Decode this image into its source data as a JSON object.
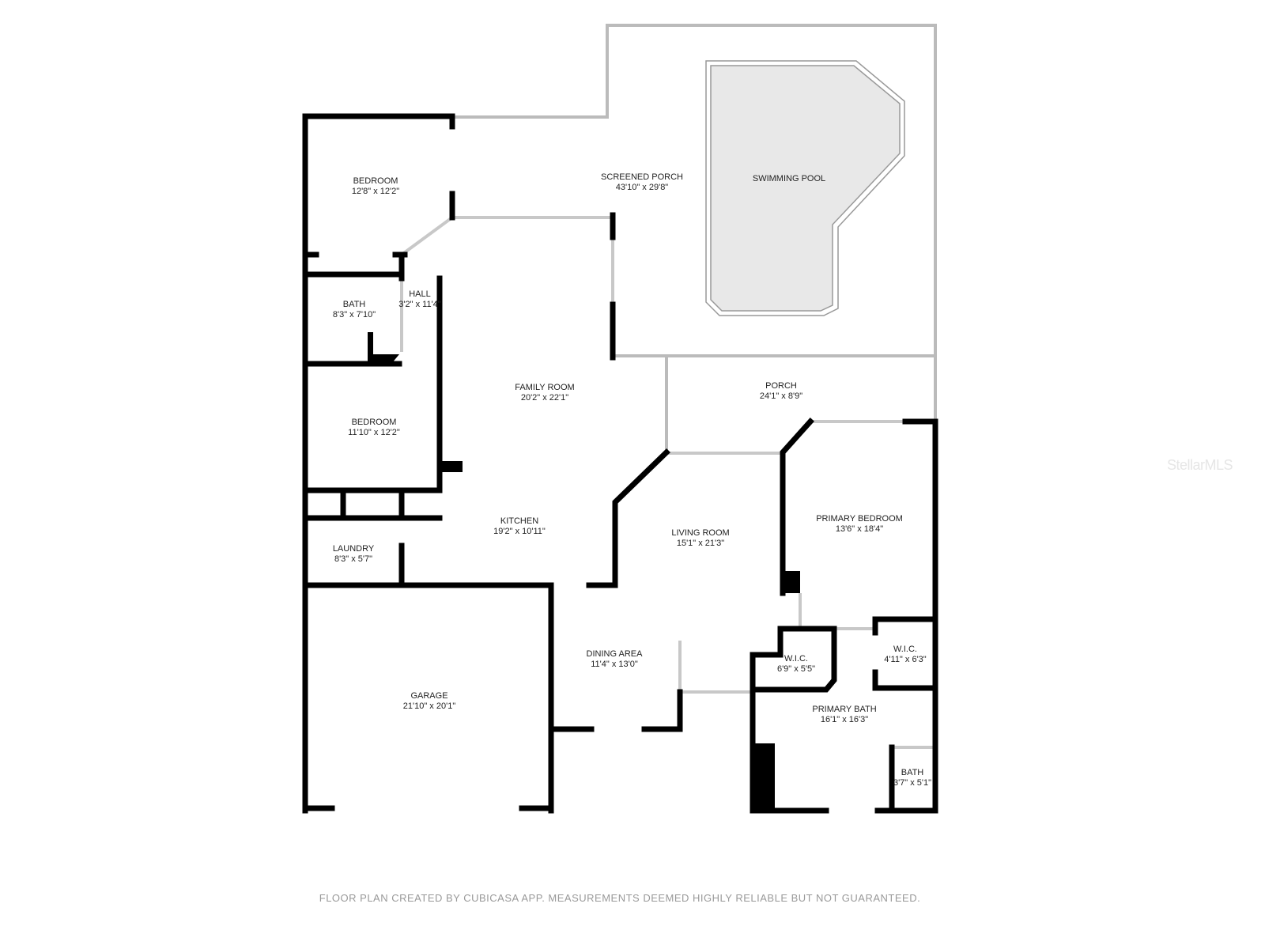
{
  "rooms": [
    {
      "name": "BEDROOM",
      "dims": "12'8\" x 12'2\""
    },
    {
      "name": "SCREENED PORCH",
      "dims": "43'10\" x 29'8\""
    },
    {
      "name": "SWIMMING POOL",
      "dims": ""
    },
    {
      "name": "HALL",
      "dims": "3'2\" x 11'4\""
    },
    {
      "name": "BATH",
      "dims": "8'3\" x 7'10\""
    },
    {
      "name": "FAMILY ROOM",
      "dims": "20'2\" x 22'1\""
    },
    {
      "name": "PORCH",
      "dims": "24'1\" x 8'9\""
    },
    {
      "name": "BEDROOM",
      "dims": "11'10\" x 12'2\""
    },
    {
      "name": "PRIMARY BEDROOM",
      "dims": "13'6\" x 18'4\""
    },
    {
      "name": "LIVING ROOM",
      "dims": "15'1\" x 21'3\""
    },
    {
      "name": "KITCHEN",
      "dims": "19'2\" x 10'11\""
    },
    {
      "name": "LAUNDRY",
      "dims": "8'3\" x 5'7\""
    },
    {
      "name": "W.I.C.",
      "dims": "6'9\" x 5'5\""
    },
    {
      "name": "W.I.C.",
      "dims": "4'11\" x 6'3\""
    },
    {
      "name": "DINING AREA",
      "dims": "11'4\" x 13'0\""
    },
    {
      "name": "GARAGE",
      "dims": "21'10\" x 20'1\""
    },
    {
      "name": "PRIMARY BATH",
      "dims": "16'1\" x 16'3\""
    },
    {
      "name": "BATH",
      "dims": "3'7\" x 5'1\""
    }
  ],
  "footer": "FLOOR PLAN CREATED BY CUBICASA APP. MEASUREMENTS DEEMED HIGHLY RELIABLE BUT NOT GUARANTEED.",
  "watermark": "StellarMLS",
  "colors": {
    "wall": "#000000",
    "pool": "#e8e8e8",
    "window": "#c8c8c8"
  }
}
